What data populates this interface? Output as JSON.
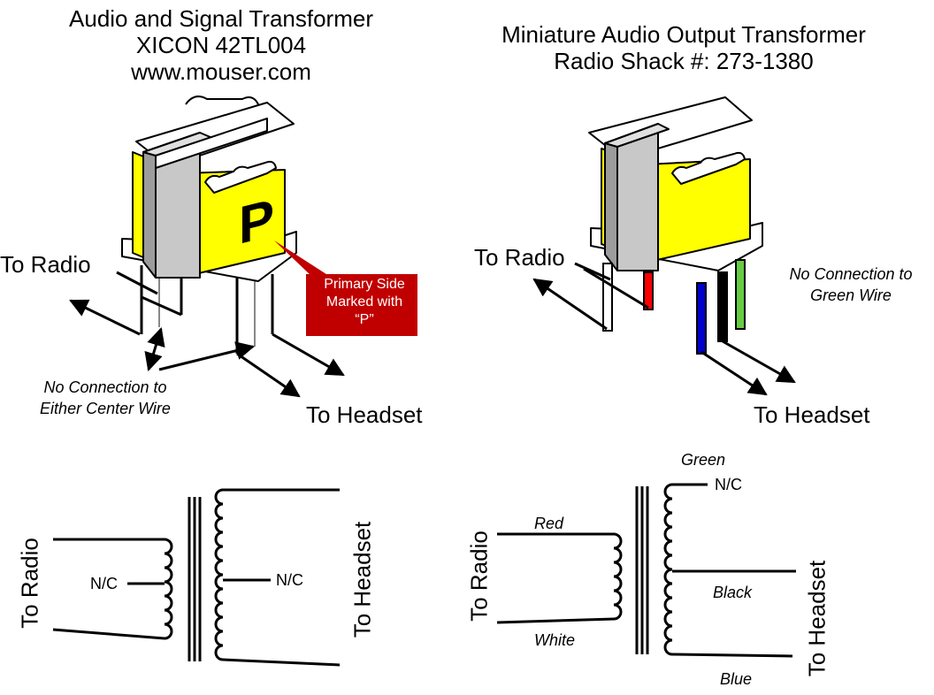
{
  "left_transformer": {
    "title_line1": "Audio and Signal Transformer",
    "title_line2": "XICON 42TL004",
    "title_line3": "www.mouser.com",
    "coil_letter": "P",
    "to_radio": "To Radio",
    "to_headset": "To Headset",
    "callout_line1": "Primary Side",
    "callout_line2": "Marked with",
    "callout_line3": "“P”",
    "note_line1": "No Connection to",
    "note_line2": "Either Center Wire"
  },
  "right_transformer": {
    "title_line1": "Miniature Audio Output Transformer",
    "title_line2": "Radio Shack #: 273-1380",
    "to_radio": "To Radio",
    "to_headset": "To Headset",
    "note_line1": "No Connection to",
    "note_line2": "Green Wire"
  },
  "left_schematic": {
    "to_radio": "To Radio",
    "to_headset": "To Headset",
    "nc_primary": "N/C",
    "nc_secondary": "N/C"
  },
  "right_schematic": {
    "to_radio": "To Radio",
    "to_headset": "To Headset",
    "red": "Red",
    "white": "White",
    "green": "Green",
    "nc": "N/C",
    "black": "Black",
    "blue": "Blue"
  },
  "colors": {
    "coil_yellow": "#ffff00",
    "core_gray": "#c8c8c8",
    "callout_red": "#c00000",
    "wire_red": "#ff0000",
    "wire_blue": "#0000cc",
    "wire_green": "#66cc44",
    "wire_black": "#000000",
    "wire_white": "#ffffff"
  }
}
